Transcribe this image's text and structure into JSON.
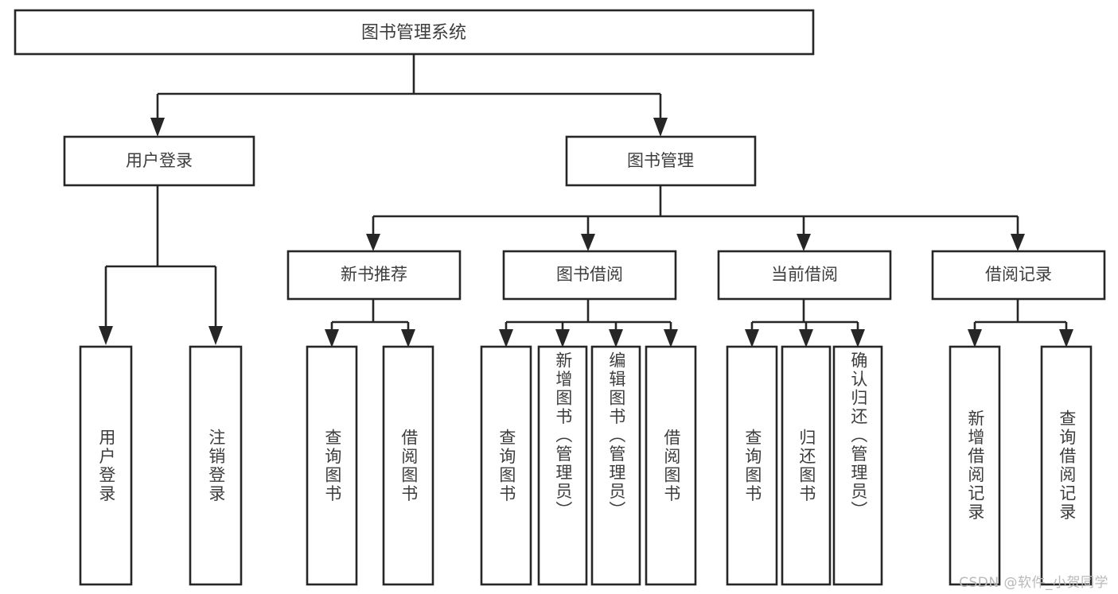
{
  "diagram": {
    "type": "tree",
    "title": "图书管理系统",
    "root": {
      "label": "图书管理系统"
    },
    "level1": [
      {
        "label": "用户登录"
      },
      {
        "label": "图书管理"
      }
    ],
    "level2": [
      {
        "label": "新书推荐",
        "parent": "图书管理"
      },
      {
        "label": "图书借阅",
        "parent": "图书管理"
      },
      {
        "label": "当前借阅",
        "parent": "图书管理"
      },
      {
        "label": "借阅记录",
        "parent": "图书管理"
      }
    ],
    "leaves": {
      "用户登录": [
        "用户登录",
        "注销登录"
      ],
      "新书推荐": [
        "查询图书",
        "借阅图书"
      ],
      "图书借阅": [
        "查询图书",
        "新增图书（管理员）",
        "编辑图书（管理员）",
        "借阅图书"
      ],
      "当前借阅": [
        "查询图书",
        "归还图书",
        "确认归还（管理员）"
      ],
      "借阅记录": [
        "新增借阅记录",
        "查询借阅记录"
      ]
    }
  },
  "watermark": {
    "text": "CSDN @软件_小贺同学"
  },
  "colors": {
    "stroke": "#262626",
    "fill": "#ffffff",
    "text": "#3d3d3d",
    "watermark": "#b9b9b9",
    "background": "#ffffff"
  }
}
